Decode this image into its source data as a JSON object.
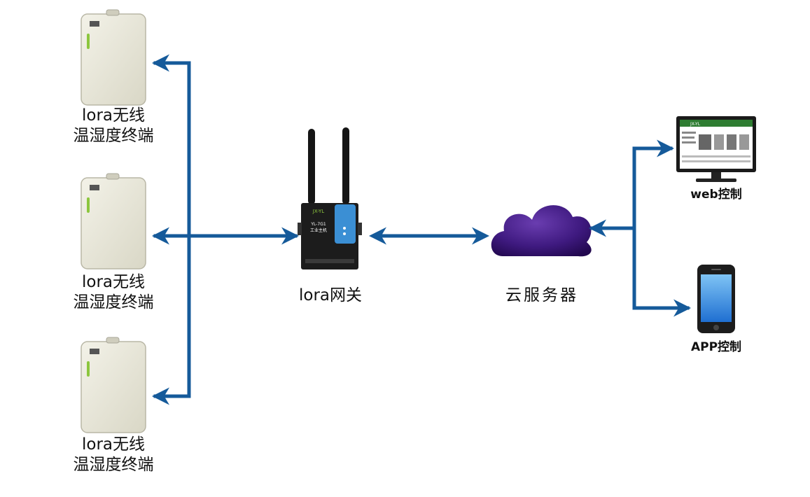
{
  "sensors": [
    {
      "line1": "lora无线",
      "line2": "温湿度终端"
    },
    {
      "line1": "lora无线",
      "line2": "温湿度终端"
    },
    {
      "line1": "lora无线",
      "line2": "温湿度终端"
    }
  ],
  "gateway": {
    "label": "lora网关",
    "brand": "JX-YL",
    "model": "YL-7G1",
    "subtitle": "工业主机"
  },
  "cloud": {
    "label": "云服务器"
  },
  "web": {
    "label": "web控制",
    "brand": "JX-YL"
  },
  "app": {
    "label": "APP控制"
  },
  "colors": {
    "arrow": "#155a9a",
    "cloud": "#3d1a78",
    "sensor_body": "#e7e5d7",
    "gateway_body": "#1c1c1c",
    "gateway_accent": "#3b8fd4"
  },
  "icons": [
    "sensor-device-icon",
    "lora-gateway-icon",
    "cloud-icon",
    "monitor-icon",
    "smartphone-icon"
  ]
}
